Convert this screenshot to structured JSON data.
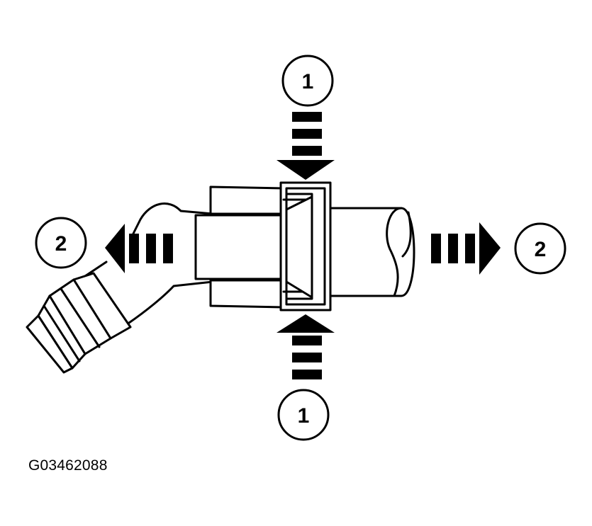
{
  "callouts": {
    "top": "1",
    "bottom": "1",
    "left": "2",
    "right": "2"
  },
  "figure_code": "G03462088",
  "colors": {
    "ink": "#000000",
    "paper": "#ffffff"
  }
}
